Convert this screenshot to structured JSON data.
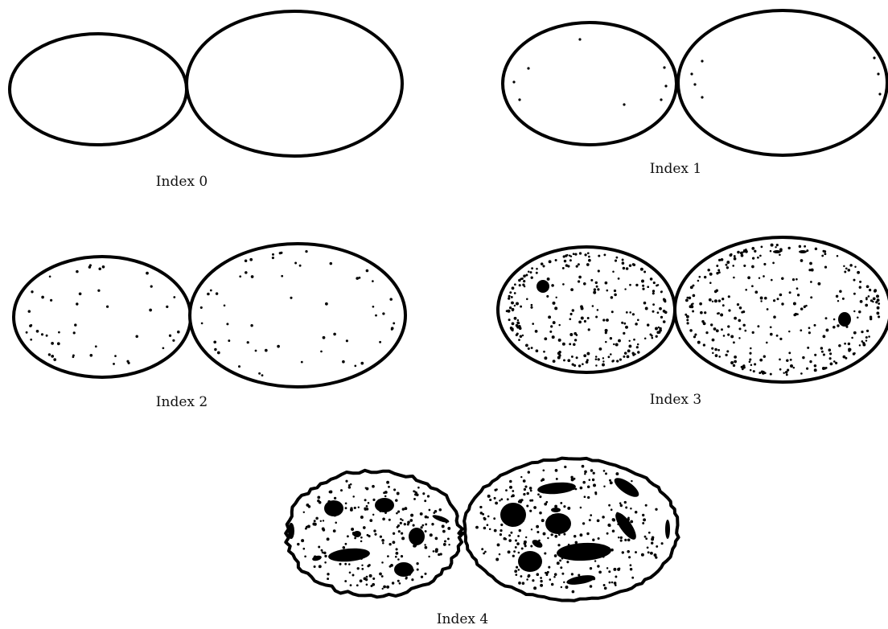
{
  "panels": [
    {
      "label": "Index 0"
    },
    {
      "label": "Index 1"
    },
    {
      "label": "Index 2"
    },
    {
      "label": "Index 3"
    },
    {
      "label": "Index 4"
    }
  ],
  "colors": {
    "stroke": "#000000",
    "fill": "#ffffff"
  }
}
